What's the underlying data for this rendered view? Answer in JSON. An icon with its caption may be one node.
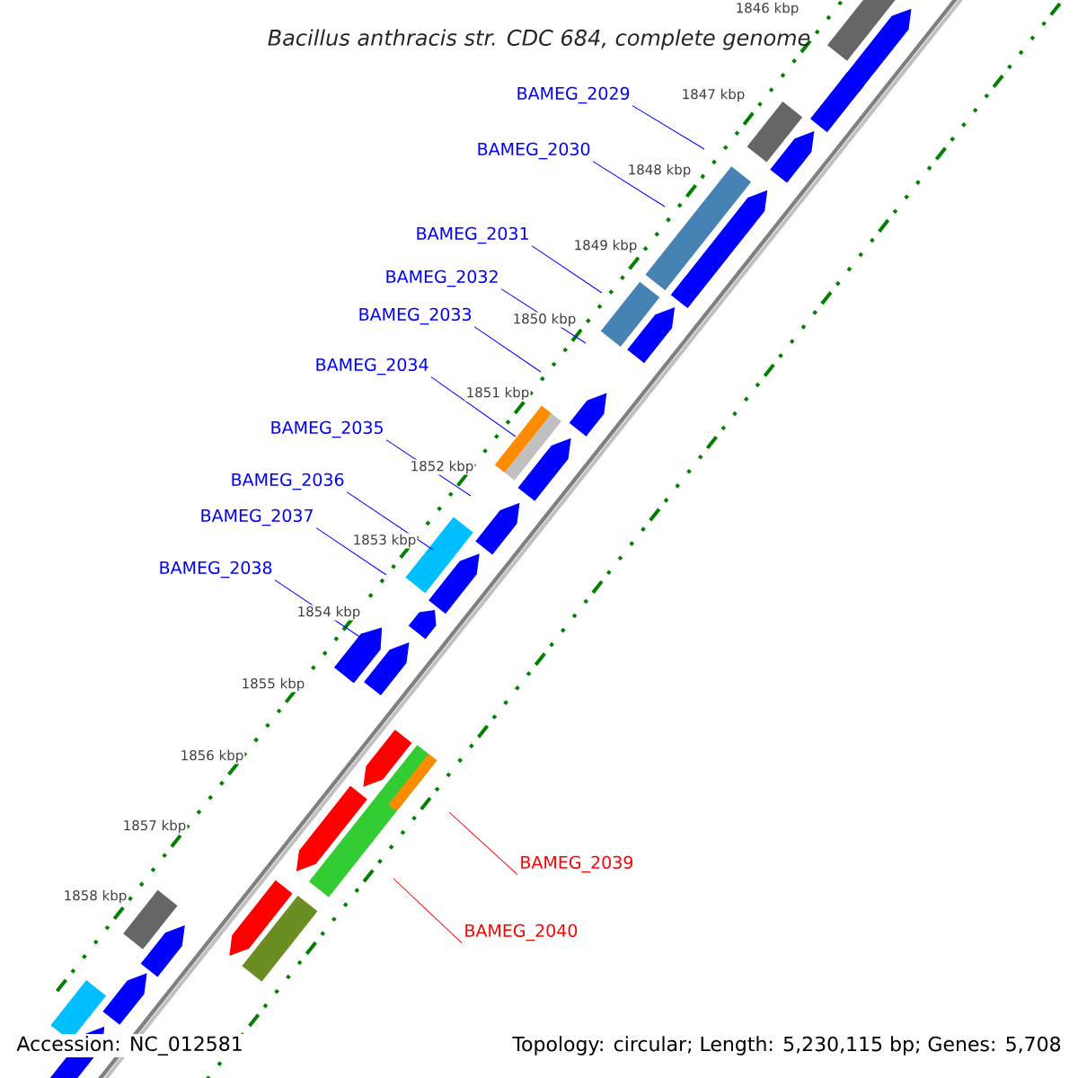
{
  "diagram": {
    "title": "Bacillus anthracis str. CDC 684, complete genome",
    "nodes": [
      {
        "text": [
          "BAMEG_2029"
        ]
      },
      {
        "text": [
          "BAMEG_2030"
        ]
      },
      {
        "text": [
          "BAMEG_2031"
        ]
      },
      {
        "text": [
          "BAMEG_2032"
        ]
      },
      {
        "text": [
          "BAMEG_2033"
        ]
      },
      {
        "text": [
          "BAMEG_2034"
        ]
      },
      {
        "text": [
          "BAMEG_2035"
        ]
      },
      {
        "text": [
          "BAMEG_2036"
        ]
      },
      {
        "text": [
          "BAMEG_2037"
        ]
      },
      {
        "text": [
          "BAMEG_2038"
        ]
      },
      {
        "text": [
          "BAMEG_2039"
        ]
      },
      {
        "text": [
          "BAMEG_2040"
        ]
      }
    ],
    "edges": [
      {
        "from": 0,
        "to": null,
        "arrow": "none"
      },
      {
        "from": 1,
        "to": null,
        "arrow": "none"
      },
      {
        "from": 2,
        "to": null,
        "arrow": "none"
      },
      {
        "from": 3,
        "to": null,
        "arrow": "none"
      },
      {
        "from": 4,
        "to": null,
        "arrow": "none"
      },
      {
        "from": 5,
        "to": null,
        "arrow": "none"
      },
      {
        "from": 6,
        "to": null,
        "arrow": "none"
      },
      {
        "from": 7,
        "to": null,
        "arrow": "none"
      },
      {
        "from": 8,
        "to": null,
        "arrow": "none"
      },
      {
        "from": 9,
        "to": null,
        "arrow": "none"
      },
      {
        "from": 10,
        "to": null,
        "arrow": "none",
        "color": "#ff0000"
      },
      {
        "from": 11,
        "to": null,
        "arrow": "none",
        "color": "#ff0000"
      }
    ],
    "labels": [
      "1846 kbp",
      "1847 kbp",
      "1848 kbp",
      "1849 kbp",
      "1850 kbp",
      "1851 kbp",
      "1852 kbp",
      "1853 kbp",
      "1854 kbp",
      "1855 kbp",
      "1856 kbp",
      "1857 kbp",
      "1858 kbp",
      "Accession: NC_012581",
      "Topology: circular; Length: 5,230,115 bp; Genes: 5,708"
    ]
  }
}
